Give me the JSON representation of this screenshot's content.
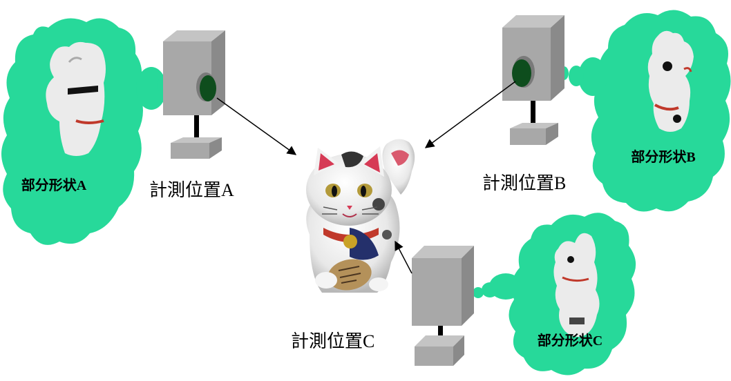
{
  "measurement_positions": [
    {
      "id": "A",
      "label": "計測位置A"
    },
    {
      "id": "B",
      "label": "計測位置B"
    },
    {
      "id": "C",
      "label": "計測位置C"
    }
  ],
  "partial_shapes": [
    {
      "id": "A",
      "label": "部分形状A"
    },
    {
      "id": "B",
      "label": "部分形状B"
    },
    {
      "id": "C",
      "label": "部分形状C"
    }
  ],
  "colors": {
    "cloud_fill": "#27d99a",
    "scanner_front": "#a8a8a8",
    "scanner_side": "#8a8a8a",
    "scanner_top": "#c4c4c4",
    "lens": "#0e4d1d",
    "arrow": "#000000"
  }
}
